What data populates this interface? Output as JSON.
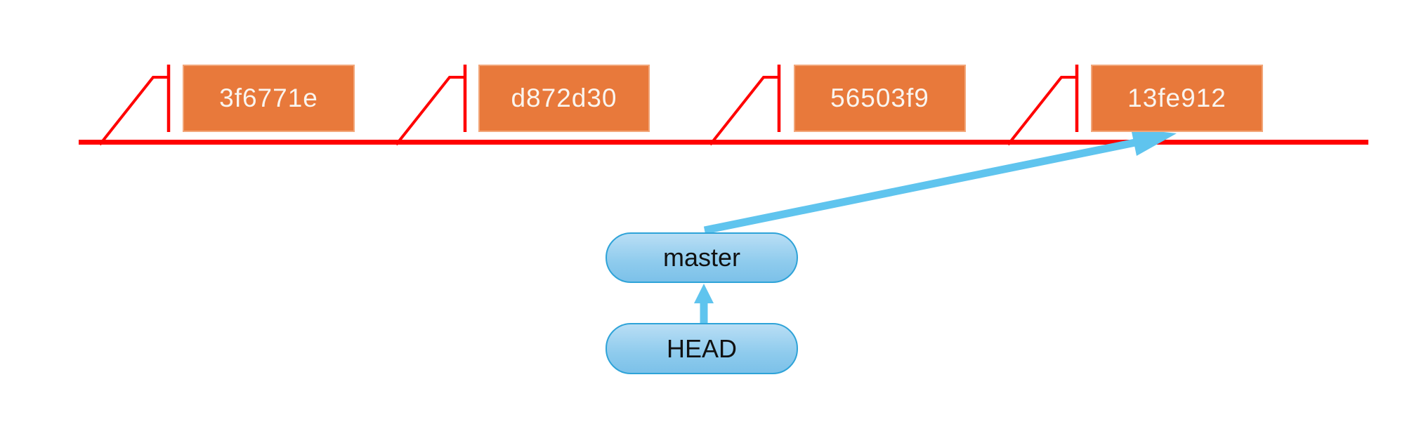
{
  "commits": [
    {
      "hash": "3f6771e"
    },
    {
      "hash": "d872d30"
    },
    {
      "hash": "56503f9"
    },
    {
      "hash": "13fe912"
    }
  ],
  "refs": {
    "branch_label": "master",
    "head_label": "HEAD"
  },
  "colors": {
    "timeline_red": "#ff0000",
    "commit_fill": "#e8793b",
    "commit_border": "#f2a679",
    "commit_text": "#faf5ef",
    "arrow_blue": "#5fc4ee",
    "pill_border": "#2ea3d8",
    "pill_fill_top": "#b9def5",
    "pill_fill_bottom": "#7cc1e9",
    "pill_text": "#111111"
  }
}
